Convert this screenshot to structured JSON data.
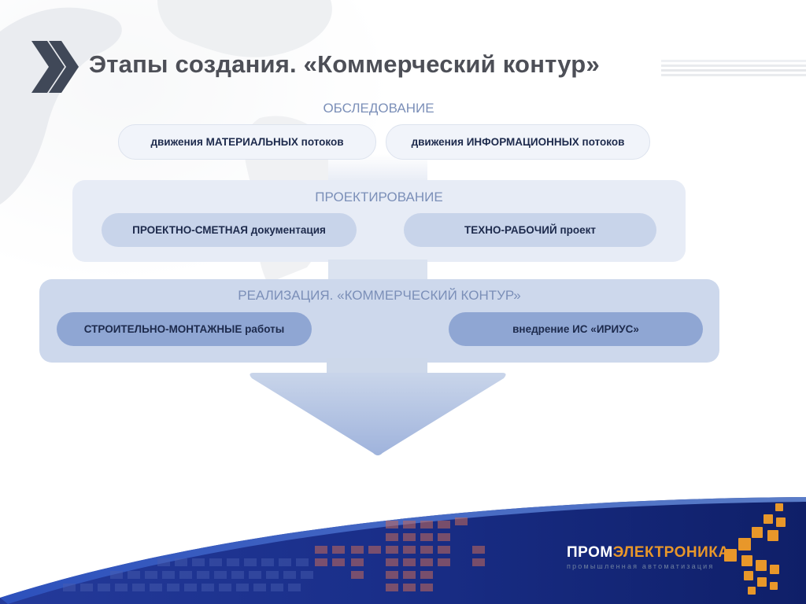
{
  "title": "Этапы создания.  «Коммерческий контур»",
  "stages": {
    "survey": {
      "label": "ОБСЛЕДОВАНИЕ",
      "items": [
        "движения МАТЕРИАЛЬНЫХ потоков",
        "движения ИНФОРМАЦИОННЫХ потоков"
      ]
    },
    "design": {
      "label": "ПРОЕКТИРОВАНИЕ",
      "items": [
        "ПРОЕКТНО-СМЕТНАЯ документация",
        "ТЕХНО-РАБОЧИЙ проект"
      ]
    },
    "implementation": {
      "label": "РЕАЛИЗАЦИЯ. «КОММЕРЧЕСКИЙ КОНТУР»",
      "items": [
        "СТРОИТЕЛЬНО-МОНТАЖНЫЕ работы",
        "внедрение  ИС «ИРИУС»"
      ]
    }
  },
  "logo": {
    "name_part1": "ПРОМ",
    "name_part2": "ЭЛЕКТРОНИКА",
    "tagline": "промышленная автоматизация"
  },
  "colors": {
    "title": "#4d4f57",
    "stage_label": "#7b8fb8",
    "brand_navy": "#1c2f86",
    "brand_orange": "#e8972a",
    "arrow": "#a8b9dd"
  },
  "icons": [
    "double-chevron-icon",
    "brand-logo-icon",
    "world-map",
    "arrow-down"
  ]
}
